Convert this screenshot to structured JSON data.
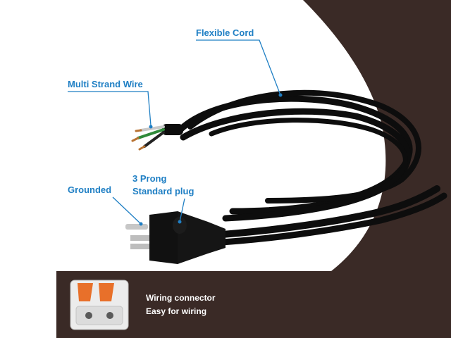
{
  "callouts": {
    "flexible_cord": "Flexible Cord",
    "multi_strand_wire": "Multi Strand Wire",
    "grounded": "Grounded",
    "plug_line1": "3 Prong",
    "plug_line2": "Standard plug"
  },
  "connector_box": {
    "title": "Wiring connector",
    "subtitle": "Easy for wiring"
  },
  "colors": {
    "background_dark": "#3a2a26",
    "label_blue": "#1f7fc4",
    "cord_black": "#0d0d0d",
    "connector_orange": "#e8702a"
  }
}
